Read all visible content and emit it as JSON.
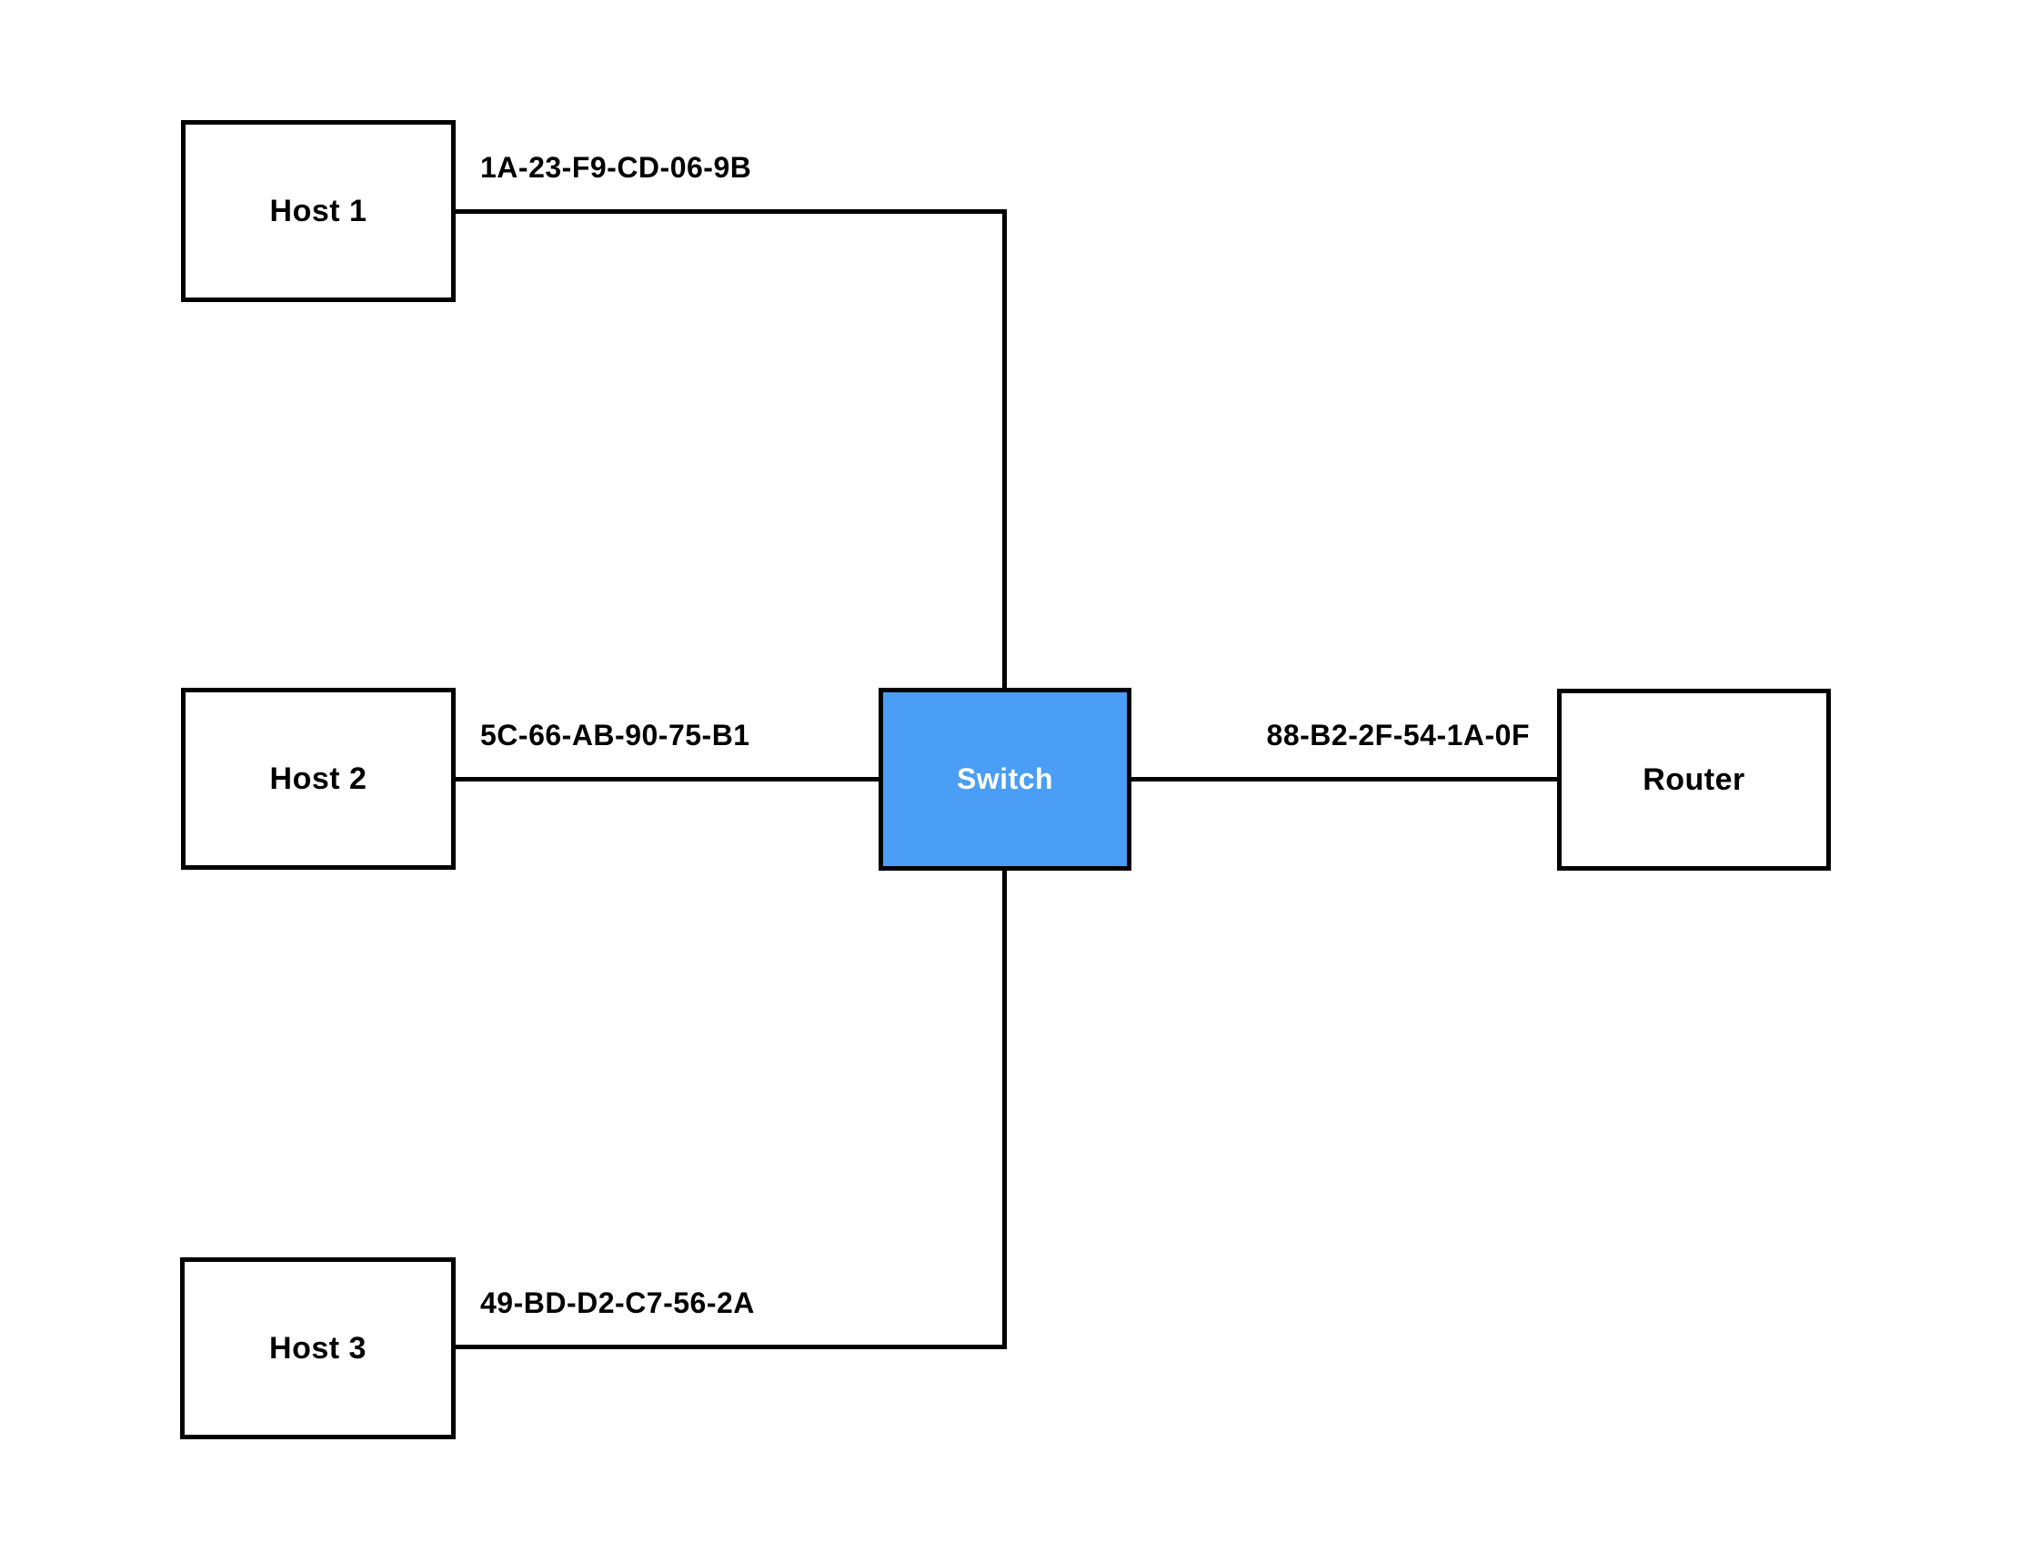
{
  "diagram": {
    "type": "network-topology",
    "nodes": {
      "host1": {
        "label": "Host 1",
        "shape": "rectangle",
        "fill": "#ffffff"
      },
      "host2": {
        "label": "Host 2",
        "shape": "rectangle",
        "fill": "#ffffff"
      },
      "host3": {
        "label": "Host 3",
        "shape": "rectangle",
        "fill": "#ffffff"
      },
      "switch": {
        "label": "Switch",
        "shape": "rectangle",
        "fill": "#4A9EF5"
      },
      "router": {
        "label": "Router",
        "shape": "rectangle",
        "fill": "#ffffff"
      }
    },
    "links": {
      "host1_switch": {
        "from": "Host 1",
        "to": "Switch",
        "mac": "1A-23-F9-CD-06-9B"
      },
      "host2_switch": {
        "from": "Host 2",
        "to": "Switch",
        "mac": "5C-66-AB-90-75-B1"
      },
      "host3_switch": {
        "from": "Host 3",
        "to": "Switch",
        "mac": "49-BD-D2-C7-56-2A"
      },
      "switch_router": {
        "from": "Switch",
        "to": "Router",
        "mac": "88-B2-2F-54-1A-0F"
      }
    }
  },
  "colors": {
    "background": "#ffffff",
    "node_fill": "#ffffff",
    "switch_fill": "#4A9EF5",
    "switch_text": "#ffffff",
    "line": "#000000",
    "text": "#000000"
  }
}
